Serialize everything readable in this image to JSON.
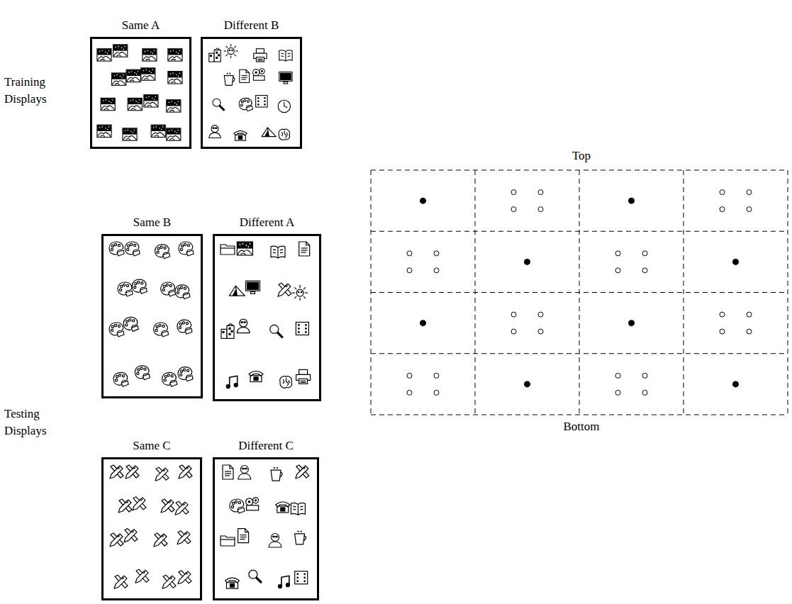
{
  "diagram": {
    "nodes": [
      {
        "text": [
          "Same A"
        ]
      },
      {
        "text": [
          "Different B"
        ]
      },
      {
        "text": [
          "Same B"
        ]
      },
      {
        "text": [
          "Different A"
        ]
      },
      {
        "text": [
          "Same C"
        ]
      },
      {
        "text": [
          "Different C"
        ]
      }
    ],
    "labels": [
      "Training Displays",
      "Top",
      "Testing Displays",
      "Bottom"
    ]
  }
}
